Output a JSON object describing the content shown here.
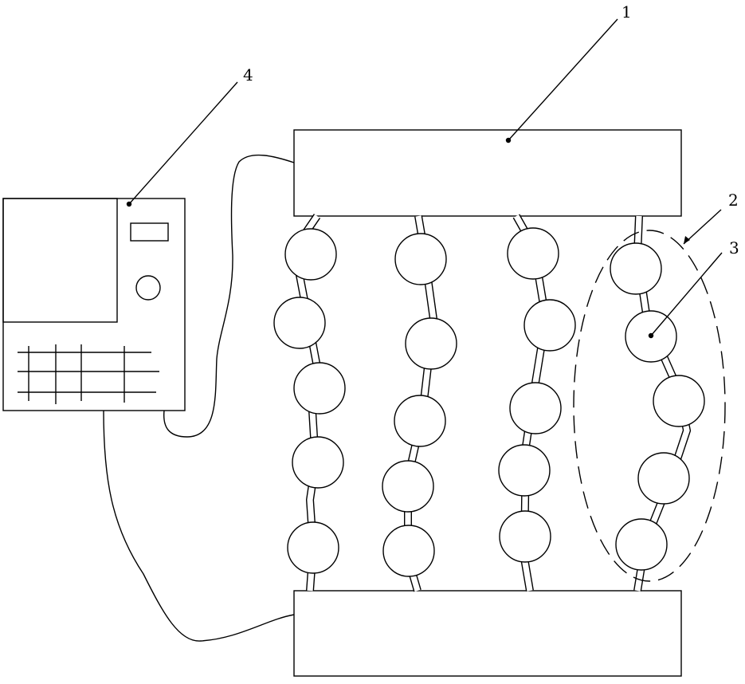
{
  "labels": {
    "plate_top": "1",
    "chain": "2",
    "bead": "3",
    "controller": "4"
  },
  "style": {
    "stroke": "#000000",
    "background": "#ffffff"
  }
}
